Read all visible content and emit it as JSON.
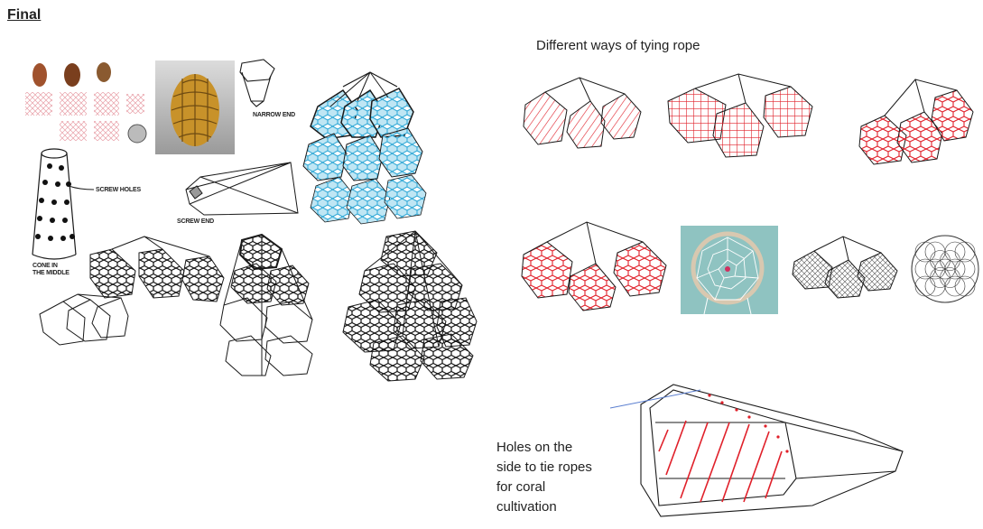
{
  "title": "Final",
  "subtitle": "Different ways of tying rope",
  "labels": {
    "narrow_end": "NARROW END",
    "screw_holes": "SCREW HOLES",
    "screw_end": "SCREW END",
    "cone_middle": "CONE IN THE MIDDLE"
  },
  "holes_note": [
    "Holes on the",
    "side to tie ropes",
    "for coral",
    "cultivation"
  ],
  "colors": {
    "rope_red": "#e0202a",
    "mesh_blue": "#2fa8d6",
    "line": "#1a1a1a"
  }
}
